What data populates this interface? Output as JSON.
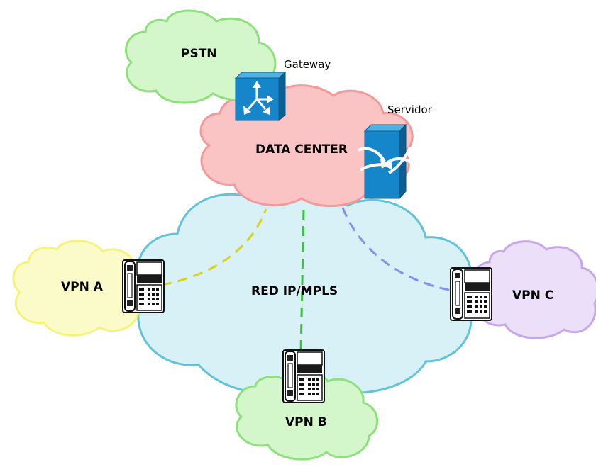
{
  "clouds": {
    "pstn": "PSTN",
    "data_center": "DATA CENTER",
    "red": "RED IP/MPLS",
    "vpn_a": "VPN A",
    "vpn_b": "VPN B",
    "vpn_c": "VPN C"
  },
  "devices": {
    "gateway": "Gateway",
    "servidor": "Servidor"
  },
  "colors": {
    "pstn_fill": "#d3f7cb",
    "pstn_stroke": "#8ee07c",
    "dc_fill": "#fbc4c4",
    "dc_stroke": "#f59898",
    "red_fill": "#d8f1f7",
    "red_stroke": "#62c3d6",
    "vpn_a_fill": "#fbfbc9",
    "vpn_a_stroke": "#f6f37a",
    "vpn_b_fill": "#d3f7cb",
    "vpn_b_stroke": "#8ee07c",
    "vpn_c_fill": "#ecdff9",
    "vpn_c_stroke": "#c8a6ee",
    "line_a": "#d6d21e",
    "line_b": "#39c23e",
    "line_c": "#8a8cf0",
    "device_blue": "#1486c9"
  }
}
